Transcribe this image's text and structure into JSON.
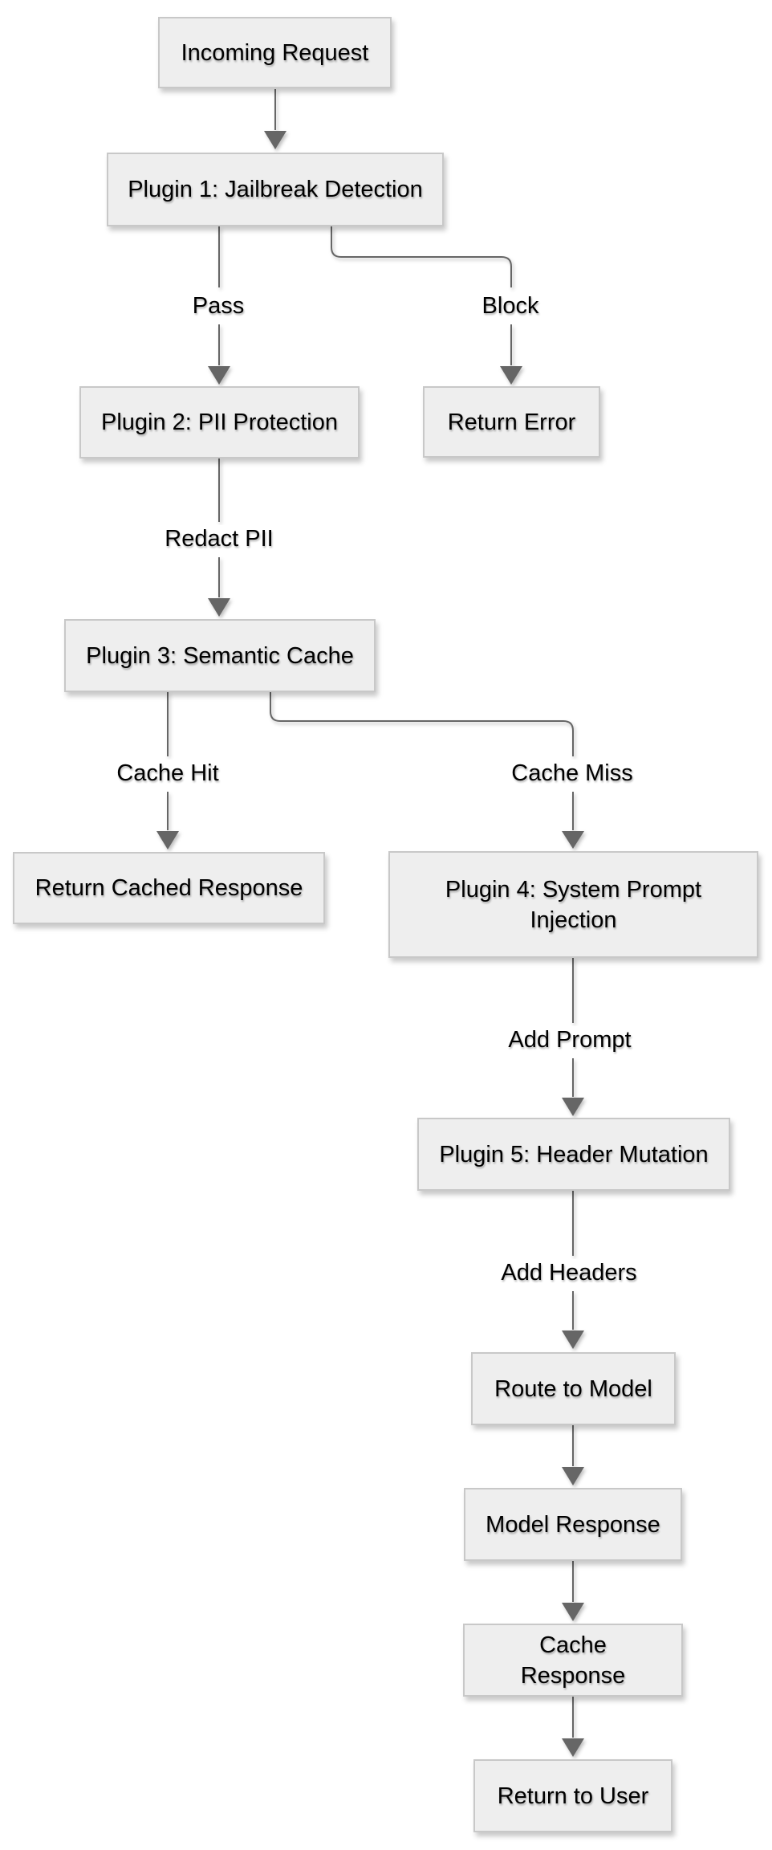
{
  "diagram": {
    "type": "flowchart",
    "direction": "top-down",
    "nodes": {
      "incoming_request": {
        "label": "Incoming Request"
      },
      "plugin1": {
        "label": "Plugin 1: Jailbreak Detection"
      },
      "plugin2": {
        "label": "Plugin 2: PII Protection"
      },
      "return_error": {
        "label": "Return Error"
      },
      "plugin3": {
        "label": "Plugin 3: Semantic Cache"
      },
      "return_cached_response": {
        "label": "Return Cached Response"
      },
      "plugin4": {
        "label": "Plugin 4: System Prompt Injection"
      },
      "plugin5": {
        "label": "Plugin 5: Header Mutation"
      },
      "route_to_model": {
        "label": "Route to Model"
      },
      "model_response": {
        "label": "Model Response"
      },
      "cache_response": {
        "label": "Cache Response"
      },
      "return_to_user": {
        "label": "Return to User"
      }
    },
    "edges": [
      {
        "from": "incoming_request",
        "to": "plugin1",
        "label": ""
      },
      {
        "from": "plugin1",
        "to": "plugin2",
        "label": "Pass"
      },
      {
        "from": "plugin1",
        "to": "return_error",
        "label": "Block"
      },
      {
        "from": "plugin2",
        "to": "plugin3",
        "label": "Redact PII"
      },
      {
        "from": "plugin3",
        "to": "return_cached_response",
        "label": "Cache Hit"
      },
      {
        "from": "plugin3",
        "to": "plugin4",
        "label": "Cache Miss"
      },
      {
        "from": "plugin4",
        "to": "plugin5",
        "label": "Add Prompt"
      },
      {
        "from": "plugin5",
        "to": "route_to_model",
        "label": "Add Headers"
      },
      {
        "from": "route_to_model",
        "to": "model_response",
        "label": ""
      },
      {
        "from": "model_response",
        "to": "cache_response",
        "label": ""
      },
      {
        "from": "cache_response",
        "to": "return_to_user",
        "label": ""
      }
    ],
    "colors": {
      "background": "#ffffff",
      "node_fill": "#eeeeee",
      "node_border": "#c8c8c8",
      "edge_stroke": "#666666",
      "arrowhead_fill": "#666666",
      "text": "#000000"
    }
  }
}
